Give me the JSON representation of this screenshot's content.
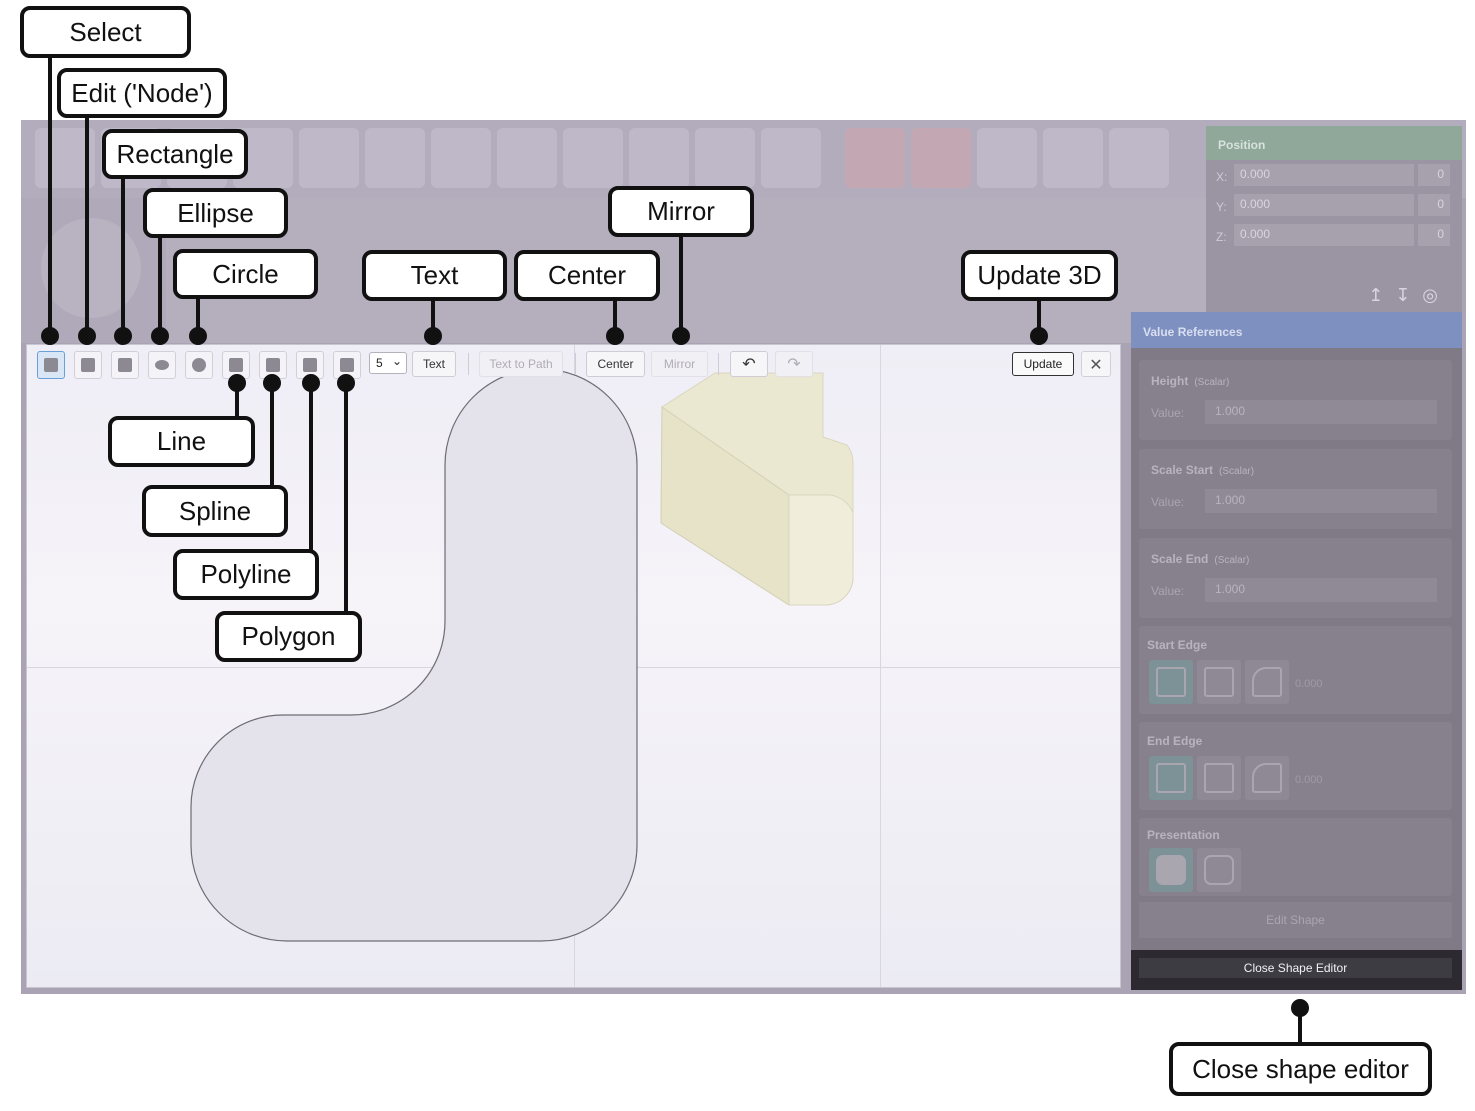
{
  "callouts": {
    "select": "Select",
    "edit_node": "Edit ('Node')",
    "rectangle": "Rectangle",
    "ellipse": "Ellipse",
    "circle": "Circle",
    "text": "Text",
    "center": "Center",
    "mirror": "Mirror",
    "update_3d": "Update 3D",
    "line": "Line",
    "spline": "Spline",
    "polyline": "Polyline",
    "polygon": "Polygon",
    "close_shape_editor": "Close shape editor"
  },
  "editor_toolbar": {
    "tools": [
      "select-icon",
      "edit-node-icon",
      "rectangle-icon",
      "ellipse-icon",
      "circle-icon",
      "line-icon",
      "spline-icon",
      "polyline-icon",
      "polygon-icon"
    ],
    "polygon_sides": "5",
    "text_label": "Text",
    "text_to_path_label": "Text to Path",
    "center_label": "Center",
    "mirror_label": "Mirror",
    "update_label": "Update",
    "close_glyph": "✕",
    "undo_glyph": "↶",
    "redo_glyph": "↷"
  },
  "position_panel": {
    "title": "Position",
    "rows": [
      {
        "axis": "X:",
        "value": "0.000",
        "num": "0"
      },
      {
        "axis": "Y:",
        "value": "0.000",
        "num": "0"
      },
      {
        "axis": "Z:",
        "value": "0.000",
        "num": "0"
      }
    ]
  },
  "value_references": {
    "title": "Value References",
    "height": {
      "title": "Height",
      "type": "(Scalar)",
      "label": "Value:",
      "value": "1.000"
    },
    "scale_start": {
      "title": "Scale Start",
      "type": "(Scalar)",
      "label": "Value:",
      "value": "1.000"
    },
    "scale_end": {
      "title": "Scale End",
      "type": "(Scalar)",
      "label": "Value:",
      "value": "1.000"
    },
    "start_edge": {
      "title": "Start Edge",
      "value": "0.000"
    },
    "end_edge": {
      "title": "End Edge",
      "value": "0.000"
    },
    "presentation": {
      "title": "Presentation"
    },
    "edit_shape_label": "Edit Shape",
    "close_shape_editor_label": "Close Shape Editor"
  },
  "colors": {
    "accent": "#6aa0d8",
    "panel_header_blue": "#7d90bf",
    "panel_header_green": "#8fa89a"
  }
}
